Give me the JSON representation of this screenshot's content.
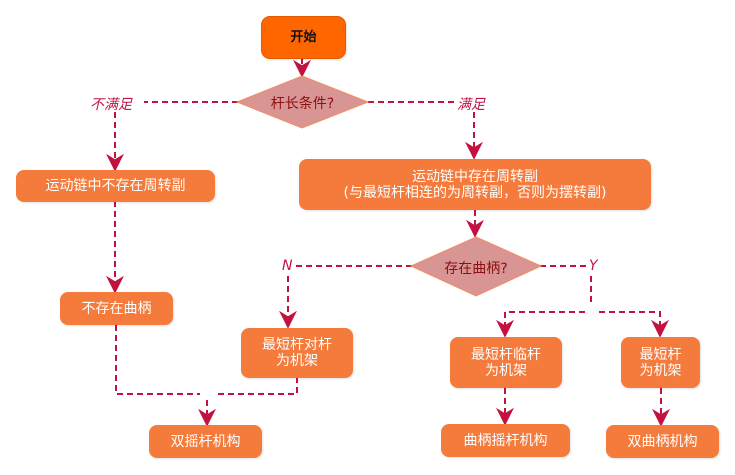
{
  "colors": {
    "node_fill": "#f47b3c",
    "start_fill": "#ff6600",
    "decision_fill": "#d99494",
    "decision_stroke": "#f09060",
    "connector": "#c41240",
    "decision_text": "#8b1010"
  },
  "flowchart": {
    "start": {
      "label": "开始"
    },
    "decision_bar": {
      "label": "杆长条件?"
    },
    "branch_no_label": "不满足",
    "branch_yes_label": "满足",
    "no_revolute": {
      "label": "运动链中不存在周转副"
    },
    "no_crank": {
      "label": "不存在曲柄"
    },
    "has_revolute": {
      "line1": "运动链中存在周转副",
      "line2": "(与最短杆相连的为周转副，否则为摆转副)"
    },
    "decision_crank": {
      "label": "存在曲柄?"
    },
    "crank_no_label": "N",
    "crank_yes_label": "Y",
    "opposite_frame": {
      "line1": "最短杆对杆",
      "line2": "为机架"
    },
    "adjacent_frame": {
      "line1": "最短杆临杆",
      "line2": "为机架"
    },
    "shortest_frame": {
      "line1": "最短杆",
      "line2": "为机架"
    },
    "double_rocker": {
      "label": "双摇杆机构"
    },
    "crank_rocker": {
      "label": "曲柄摇杆机构"
    },
    "double_crank": {
      "label": "双曲柄机构"
    }
  }
}
